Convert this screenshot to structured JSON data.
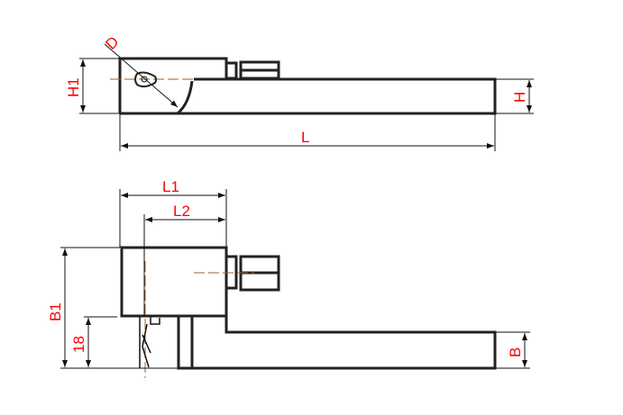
{
  "top_view": {
    "dim_diameter": "D",
    "dim_height_body": "H1",
    "dim_height_bar": "H",
    "dim_length": "L"
  },
  "front_view": {
    "dim_body_length": "L1",
    "dim_tool_offset": "L2",
    "dim_width_total": "B1",
    "dim_tool_height": "18",
    "dim_width_bar": "B"
  },
  "colors": {
    "dimension_text": "#ff0000",
    "outline": "#222222",
    "centerline": "#a0602a"
  }
}
